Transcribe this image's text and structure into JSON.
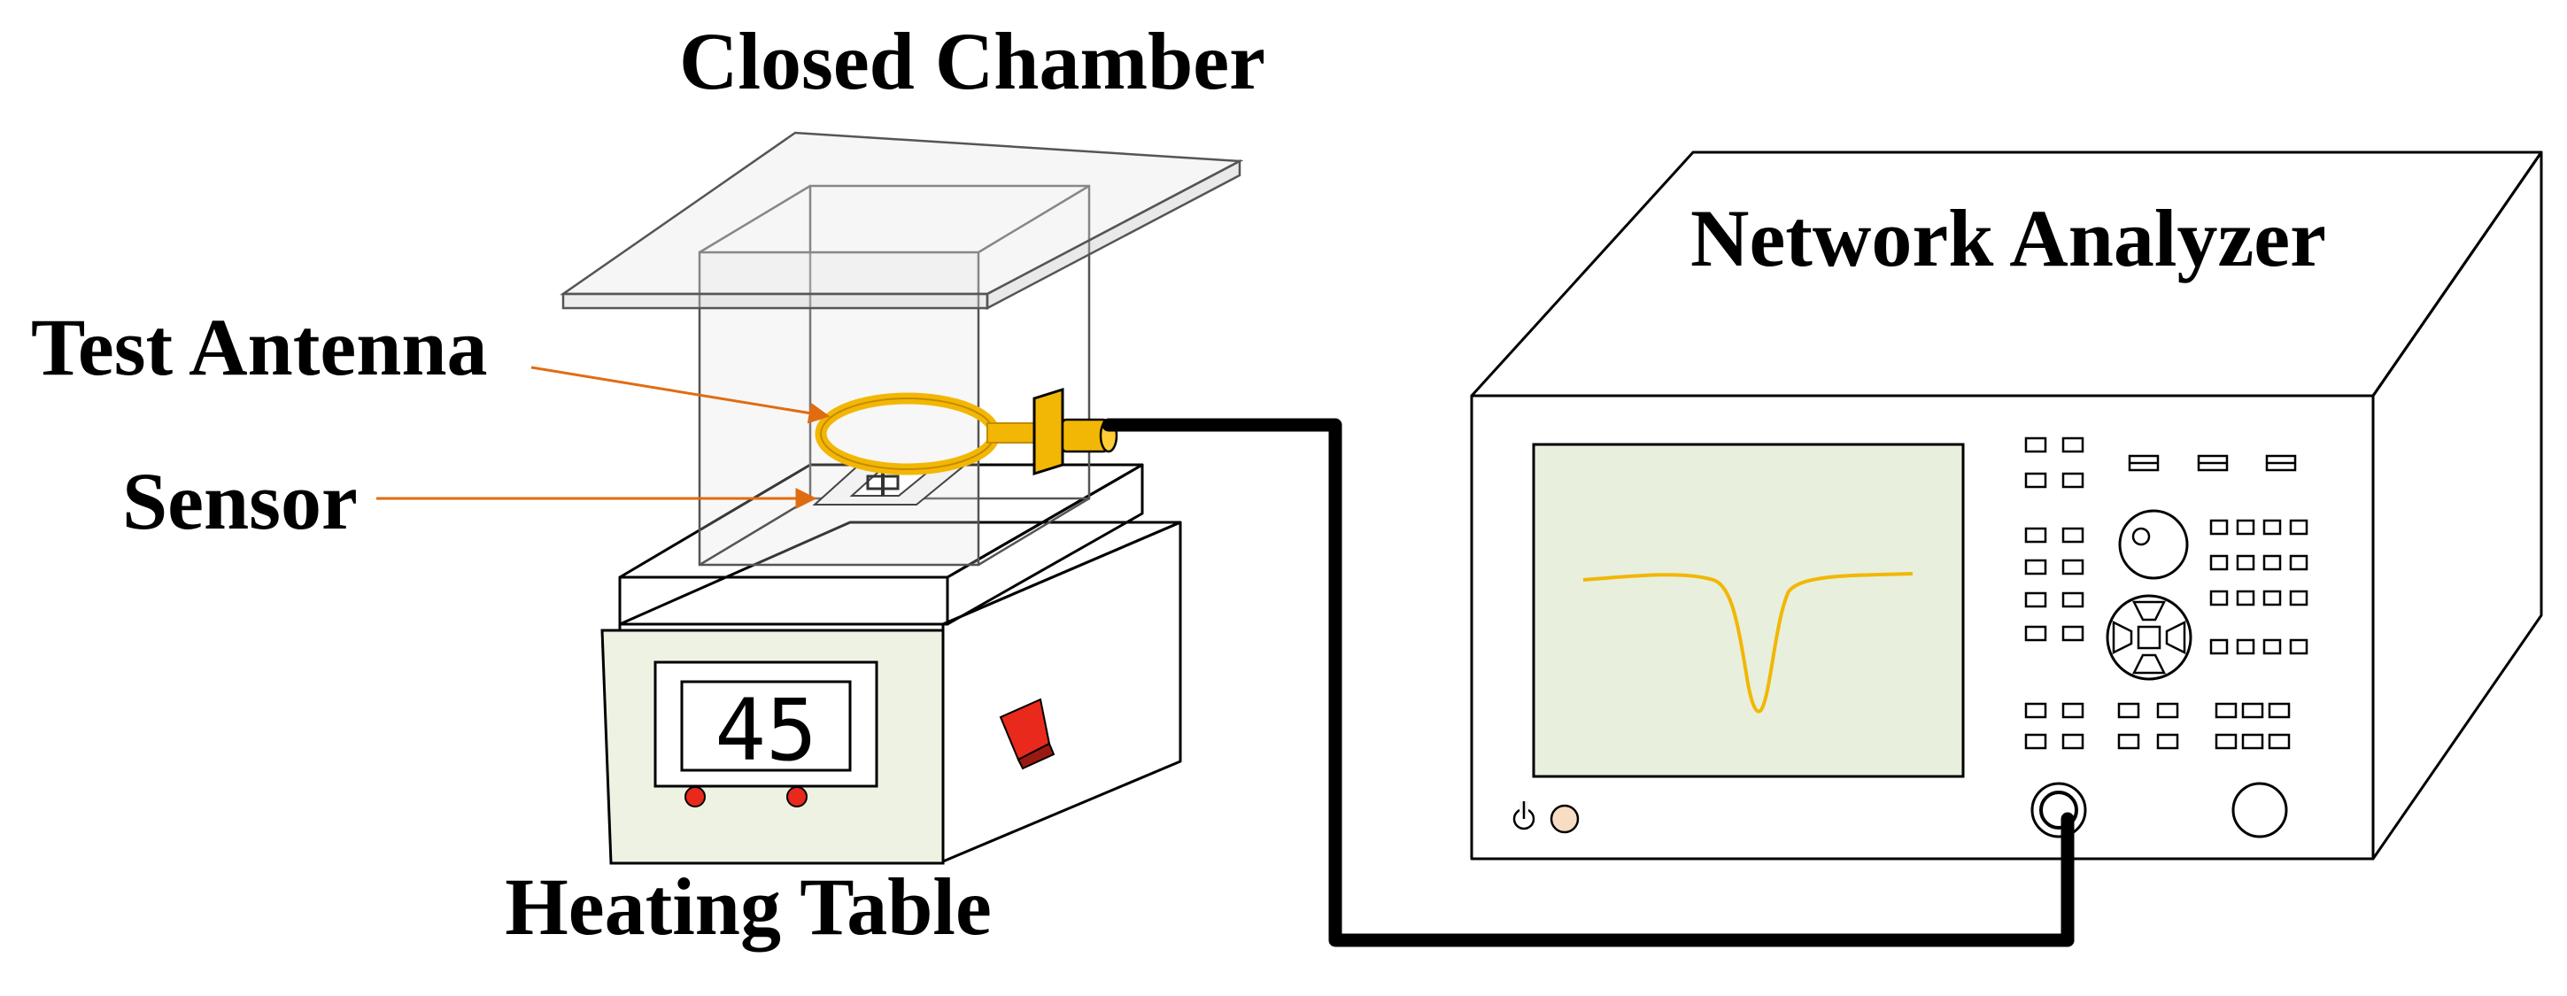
{
  "labels": {
    "closed_chamber": "Closed Chamber",
    "network_analyzer": "Network Analyzer",
    "test_antenna": "Test Antenna",
    "sensor": "Sensor",
    "heating_table": "Heating Table"
  },
  "heater_display": "45",
  "colors": {
    "antenna": "#f2b705",
    "arrow": "#e06c12",
    "screen": "#e8efdc",
    "trace": "#f2b705",
    "heater_body": "#92cbd9",
    "heater_front": "#eef2e2",
    "switch": "#e8291c",
    "cable": "#000000"
  }
}
